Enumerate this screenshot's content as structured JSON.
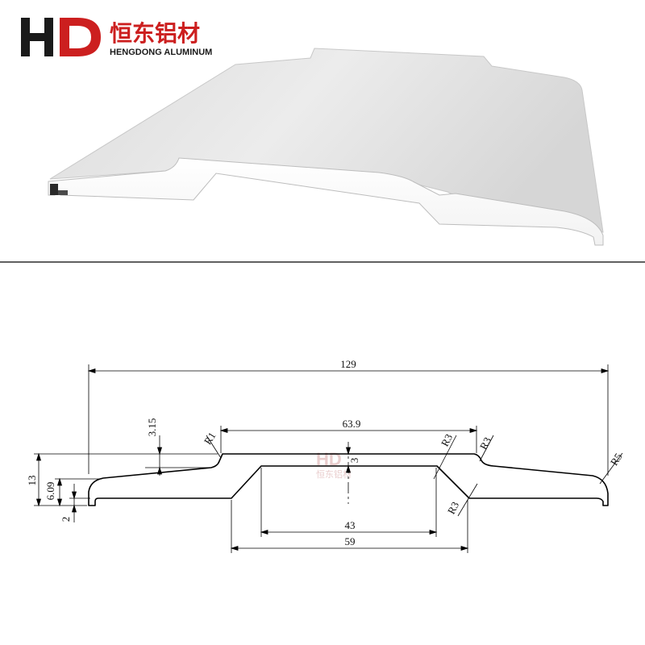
{
  "brand": {
    "mark": "HD",
    "name_cn": "恒东铝材",
    "name_en": "HENGDONG ALUMINUM",
    "color_primary": "#cc1f1f",
    "color_dark": "#1a1a1a"
  },
  "watermark": {
    "mark": "HD",
    "name_cn": "恒东铝材"
  },
  "dimensions": {
    "overall_width": "129",
    "top_flat_width": "63.9",
    "inner_bottom_width": "43",
    "outer_bottom_width": "59",
    "total_height": "13",
    "edge_height": "6.09",
    "lip_thickness": "2",
    "step_height": "3.15",
    "wall_thickness": "3",
    "radius_top_left": "R1",
    "radius_top_right_inner": "R3",
    "radius_top_right_outer": "R3",
    "radius_bottom_right": "R3",
    "radius_end": "R5"
  }
}
